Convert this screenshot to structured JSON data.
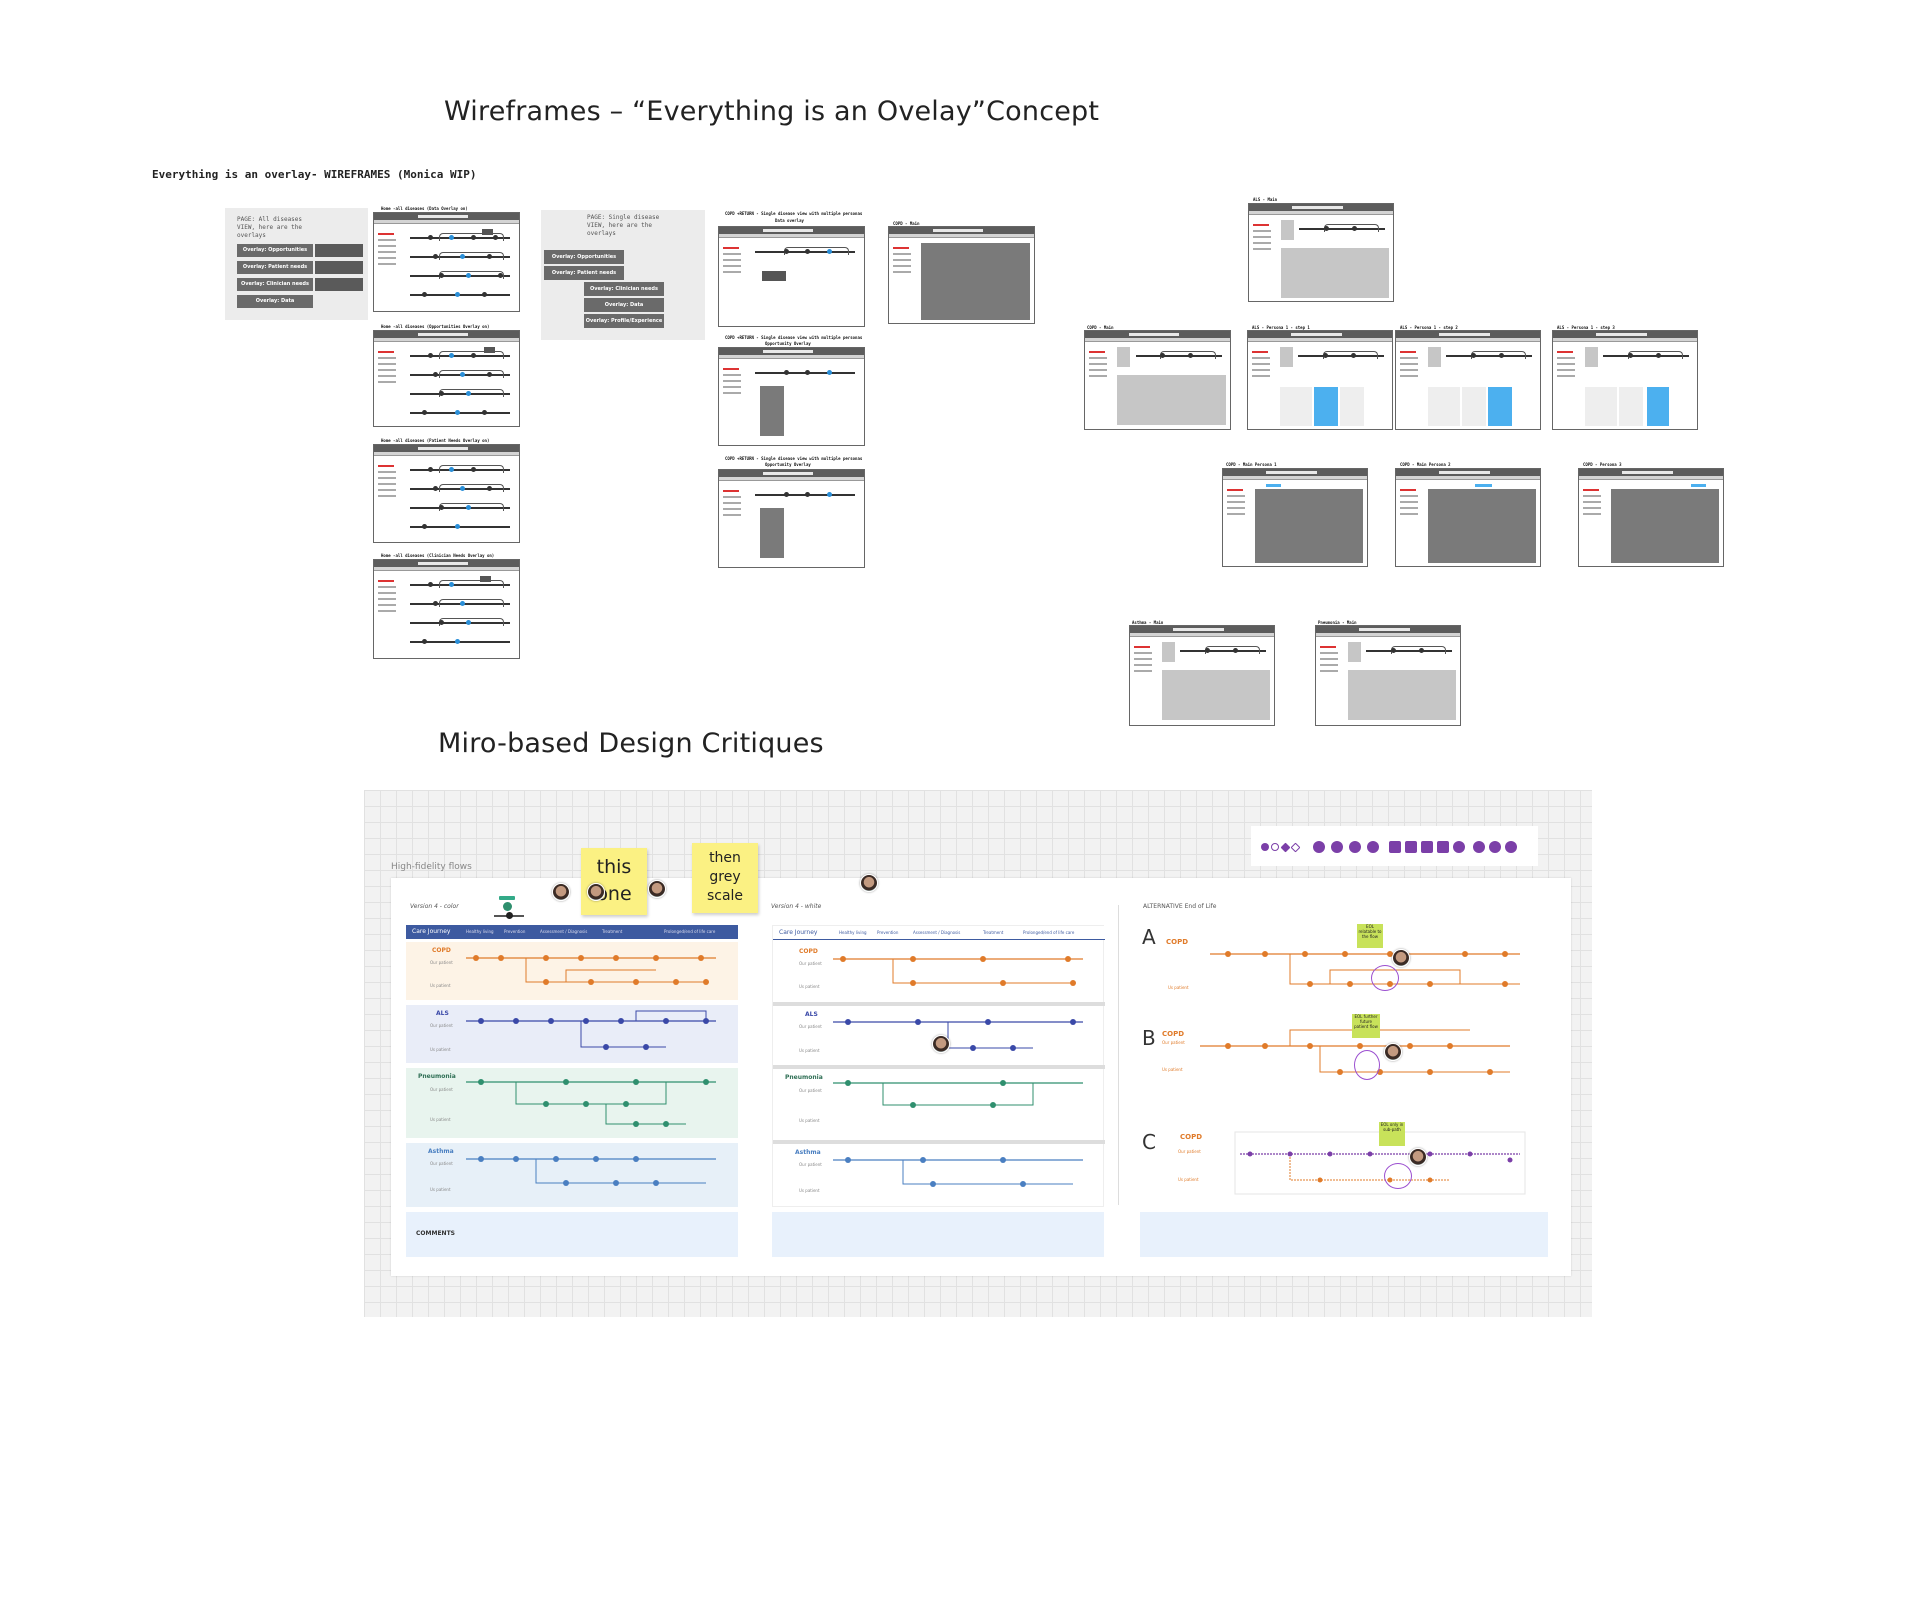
{
  "headings": {
    "wireframes": "Wireframes – “Everything is an Ovelay”Concept",
    "wip": "Everything is an overlay- WIREFRAMES (Monica WIP)",
    "miro": "Miro-based Design Critiques"
  },
  "all_diseases_page": {
    "note": "PAGE: All diseases VIEW, here are the overlays",
    "buttons": [
      "Overlay: Opportunities",
      "Overlay: Patient needs",
      "Overlay: Clinician needs",
      "Overlay: Data"
    ]
  },
  "single_disease_page": {
    "note": "PAGE: Single disease VIEW, here are the overlays",
    "buttons": [
      "Overlay: Opportunities",
      "Overlay: Patient needs",
      "Overlay: Clinician needs",
      "Overlay: Data",
      "Overlay: Profile/Experience"
    ]
  },
  "wireframe_labels": {
    "home_data": "Home -all diseases (Data Overlay on)",
    "home_opps": "Home -all diseases (Opportunities Overlay on)",
    "home_patient": "Home -all diseases (Patient Needs Overlay on)",
    "home_clinician": "Home -all diseases (Clinician Needs Overlay on)",
    "copd_data": "COPD +RETURN - Single disease view with multiple personas",
    "copd_data_sub": "Data overlay",
    "copd_opp1": "COPD +RETURN - Single disease view with multiple personas",
    "copd_opp1_sub": "Opportunity Overlay",
    "copd_opp2": "COPD +RETURN - Single disease view with multiple personas",
    "copd_opp2_sub": "Opportunity Overlay",
    "copd_main_small": "COPD - Main",
    "als_main": "ALS - Main",
    "copd_main": "COPD - Main",
    "als_p1s1": "ALS - Persona 1 - step 1",
    "als_p1s2": "ALS - Persona 1 - step 2",
    "als_p1s3": "ALS - Persona 1 - step 3",
    "copd_mp1": "COPD - Main Persona 1",
    "copd_mp2": "COPD - Main Persona 2",
    "copd_mp3": "COPD - Persona 3",
    "asthma_main": "Asthma - Main",
    "pneumonia_main": "Pneumonia - Main"
  },
  "miro": {
    "frame_label": "High-fidelity flows",
    "version_color": "Version 4 - color",
    "version_white": "Version 4 - white",
    "alternative": "ALTERNATIVE End of Life",
    "care_journey": "Care Journey",
    "header_steps": [
      "Healthy living",
      "Prevention",
      "Assessment / Diagnosis",
      "Treatment",
      "Prolonged/end of life care"
    ],
    "diseases": [
      "COPD",
      "ALS",
      "Pneumonia",
      "Asthma"
    ],
    "our_patient": "Our patient",
    "us_patient": "Us patient",
    "comments": "COMMENTS",
    "stickies": {
      "this_one": "this one",
      "then_grey": "then grey scale"
    },
    "alternatives": [
      {
        "letter": "A",
        "disease": "COPD",
        "note": "EOL relatable to the flow"
      },
      {
        "letter": "B",
        "disease": "COPD",
        "note": "EOL further future patient flow"
      },
      {
        "letter": "C",
        "disease": "COPD",
        "note": "EOL only in sub-path"
      }
    ],
    "alt_pt_labels": [
      "Our patient",
      "Us patient"
    ]
  },
  "colors": {
    "copd": "#e07b2a",
    "als": "#3a49a8",
    "pneumonia": "#2f8f6e",
    "asthma": "#4a7fc1",
    "accent_purple": "#7b3fa8",
    "sticky": "#fbf183"
  },
  "icons": [
    "dot-icon",
    "ring-icon",
    "diamond-icon",
    "heart-icon",
    "home-icon",
    "person-icon",
    "calendar-icon",
    "hospital-icon",
    "medication-icon"
  ]
}
